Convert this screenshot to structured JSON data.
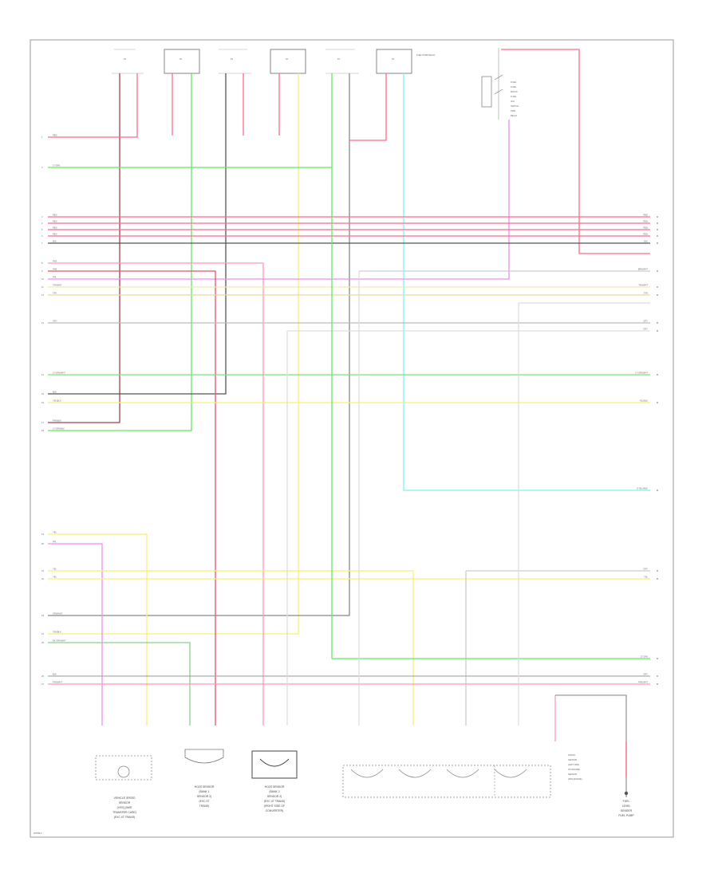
{
  "footer_code": "W3789-2",
  "relay_block": {
    "label_lines": [
      "FUSE",
      "FUSE",
      "BLOCK",
      "FUSE",
      "IGN",
      "SWITCH",
      "PWR",
      "RELAY"
    ]
  },
  "relays": [
    {
      "id": "R1",
      "code": "15"
    },
    {
      "id": "R2",
      "code": "20"
    },
    {
      "id": "R3",
      "code": "15"
    },
    {
      "id": "R4",
      "code": "20"
    },
    {
      "id": "R5",
      "code": "15"
    },
    {
      "id": "R6",
      "code": "20",
      "side_label": "FUEL PUMP RELAY"
    }
  ],
  "wires_left": [
    {
      "row": 1,
      "label": "RED",
      "color": "#ff6b8a"
    },
    {
      "row": 2,
      "label": "LT GRN",
      "color": "#63e863"
    },
    {
      "row": 3,
      "label": "RED",
      "color": "#ff6b8a"
    },
    {
      "row": 4,
      "label": "RED",
      "color": "#ff6b8a"
    },
    {
      "row": 5,
      "label": "RED",
      "color": "#ff6b8a"
    },
    {
      "row": 6,
      "label": "RED",
      "color": "#ff6b8a"
    },
    {
      "row": 7,
      "label": "BLK",
      "color": "#555555"
    },
    {
      "row": 8,
      "label": "PNK",
      "color": "#ff9ab0"
    },
    {
      "row": 9,
      "label": "PNK",
      "color": "#ff9ab0"
    },
    {
      "row": 10,
      "label": "PPL",
      "color": "#f28cf2"
    },
    {
      "row": 11,
      "label": "TAN/WHT",
      "color": "#f5e6b0"
    },
    {
      "row": 12,
      "label": "TAN",
      "color": "#f0d89a"
    },
    {
      "row": 13,
      "label": "GRY",
      "color": "#bbbbbb"
    },
    {
      "row": 14,
      "label": "LT GRN/WHT",
      "color": "#7be07b"
    },
    {
      "row": 15,
      "label": "BLK",
      "color": "#555555"
    },
    {
      "row": 16,
      "label": "YEL/BLK",
      "color": "#f5f07a"
    },
    {
      "row": 17,
      "label": "PNK/BLK",
      "color": "#ff9ab0"
    },
    {
      "row": 18,
      "label": "LT GRN/BLK",
      "color": "#63e863"
    },
    {
      "row": 19,
      "label": "YEL",
      "color": "#f5f07a"
    },
    {
      "row": 20,
      "label": "PPL",
      "color": "#f28cf2"
    },
    {
      "row": 21,
      "label": "YEL",
      "color": "#f5f07a"
    },
    {
      "row": 22,
      "label": "YEL",
      "color": "#f5f07a"
    },
    {
      "row": 23,
      "label": "GRN/WHT",
      "color": "#bbbbbb"
    },
    {
      "row": 24,
      "label": "TAN/BLK",
      "color": "#dcd38a"
    },
    {
      "row": 25,
      "label": "DK GRN/WHT",
      "color": "#8ccf8c"
    },
    {
      "row": 26,
      "label": "BLK",
      "color": "#aaaaaa"
    },
    {
      "row": 27,
      "label": "PNK/WHT",
      "color": "#ff9ab0"
    }
  ],
  "wires_right": [
    {
      "label": "RED",
      "color": "#ff6b8a"
    },
    {
      "label": "RED",
      "color": "#ff6b8a"
    },
    {
      "label": "RED",
      "color": "#ff6b8a"
    },
    {
      "label": "RED",
      "color": "#ff6b8a"
    },
    {
      "label": "BLK",
      "color": "#555555"
    },
    {
      "label": "BRN/WHT",
      "color": "#bbbbbb"
    },
    {
      "label": "TAN/WHT",
      "color": "#f5e6b0"
    },
    {
      "label": "TAN",
      "color": "#f0d89a"
    },
    {
      "label": "GRY",
      "color": "#bbbbbb"
    },
    {
      "label": "GRY",
      "color": "#bbbbbb"
    },
    {
      "label": "LT GRN/WHT",
      "color": "#7be07b"
    },
    {
      "label": "YEL/BLK",
      "color": "#f5f07a"
    },
    {
      "label": "LT BLU/BLK",
      "color": "#7ff0f0"
    },
    {
      "label": "GRY",
      "color": "#bbbbbb"
    },
    {
      "label": "YEL",
      "color": "#f5f07a"
    },
    {
      "label": "LT GRN",
      "color": "#63e863"
    },
    {
      "label": "GRY",
      "color": "#bbbbbb"
    },
    {
      "label": "PNK/WHT",
      "color": "#ff9ab0"
    }
  ],
  "components": [
    {
      "id": "vss",
      "lines": [
        "VEHICLE SPEED",
        "SENSOR",
        "(VSS) (4WD",
        "TRANSFER CASE)",
        "(EXC 4T TRANS)"
      ]
    },
    {
      "id": "hos1",
      "lines": [
        "HO2S SENSOR",
        "(BANK 1",
        "SENSOR 2)",
        "(EXC 4T",
        "TRANS)"
      ]
    },
    {
      "id": "hos2",
      "lines": [
        "HO2S SENSOR",
        "(BANK 2",
        "SENSOR 2)",
        "(EXC 4T TRANS)",
        "(RIGHT SIDE OF",
        "CONVERTER)"
      ]
    },
    {
      "id": "injectors",
      "lines": []
    },
    {
      "id": "knock",
      "lines": [
        "KNOCK",
        "SENSOR",
        "(LEFT SIDE",
        "OF ENGINE)",
        "SENSOR",
        "(2ND ENGINE)"
      ]
    },
    {
      "id": "fuel",
      "lines": [
        "FUEL",
        "LEVEL",
        "SENDER",
        "FUEL PUMP"
      ]
    }
  ]
}
